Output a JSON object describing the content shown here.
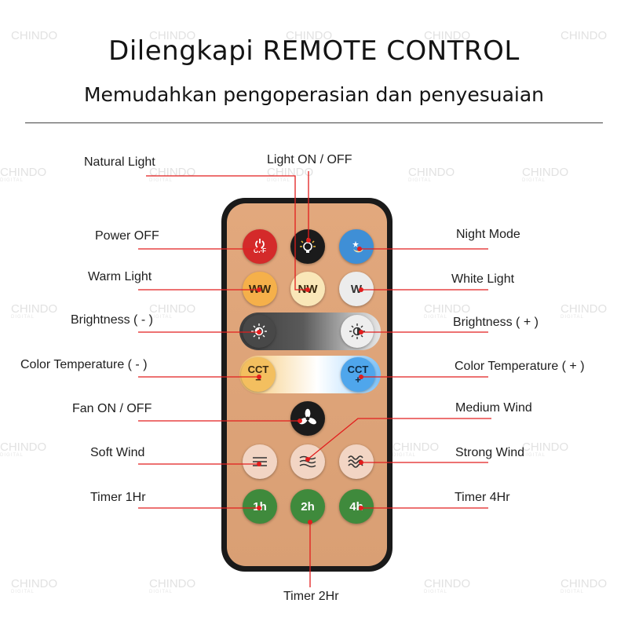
{
  "header": {
    "title": "Dilengkapi REMOTE CONTROL",
    "subtitle": "Memudahkan pengoperasian dan penyesuaian"
  },
  "watermark": {
    "brand": "CHINDO",
    "sub": "DIGITAL"
  },
  "colors": {
    "leader_line": "#e21d1d",
    "remote_body": "#1a1a1a",
    "remote_face": "#dea57a",
    "power_button": "#d42a2a",
    "night_button": "#3f8fd6",
    "timer_button": "#3f8a3c",
    "wind_button": "#f2d5c4"
  },
  "labels": {
    "natural_light": "Natural Light",
    "light_on_off": "Light ON / OFF",
    "power_off": "Power OFF",
    "night_mode": "Night Mode",
    "warm_light": "Warm Light",
    "white_light": "White Light",
    "brightness_minus": "Brightness ( - )",
    "brightness_plus": "Brightness ( + )",
    "cct_minus": "Color Temperature ( - )",
    "cct_plus": "Color Temperature ( + )",
    "fan_on_off": "Fan ON / OFF",
    "medium_wind": "Medium Wind",
    "soft_wind": "Soft Wind",
    "strong_wind": "Strong Wind",
    "timer_1hr": "Timer 1Hr",
    "timer_4hr": "Timer 4Hr",
    "timer_2hr": "Timer 2Hr"
  },
  "buttons": {
    "power": {
      "text": "OFF",
      "icon": "power-icon"
    },
    "light": {
      "icon": "bulb-icon"
    },
    "night": {
      "icon": "moon-star-icon"
    },
    "warm": {
      "text": "WW"
    },
    "natural": {
      "text": "NW"
    },
    "white": {
      "text": "W"
    },
    "bright_down": {
      "icon": "sun-dim-icon"
    },
    "bright_up": {
      "icon": "sun-bright-icon"
    },
    "cct_down": {
      "text": "CCT",
      "sign": "−"
    },
    "cct_up": {
      "text": "CCT",
      "sign": "+"
    },
    "fan": {
      "icon": "fan-icon"
    },
    "wind_soft": {
      "icon": "wind-soft-icon"
    },
    "wind_medium": {
      "icon": "wind-medium-icon"
    },
    "wind_strong": {
      "icon": "wind-strong-icon"
    },
    "t1": {
      "text": "1h"
    },
    "t2": {
      "text": "2h"
    },
    "t4": {
      "text": "4h"
    }
  }
}
